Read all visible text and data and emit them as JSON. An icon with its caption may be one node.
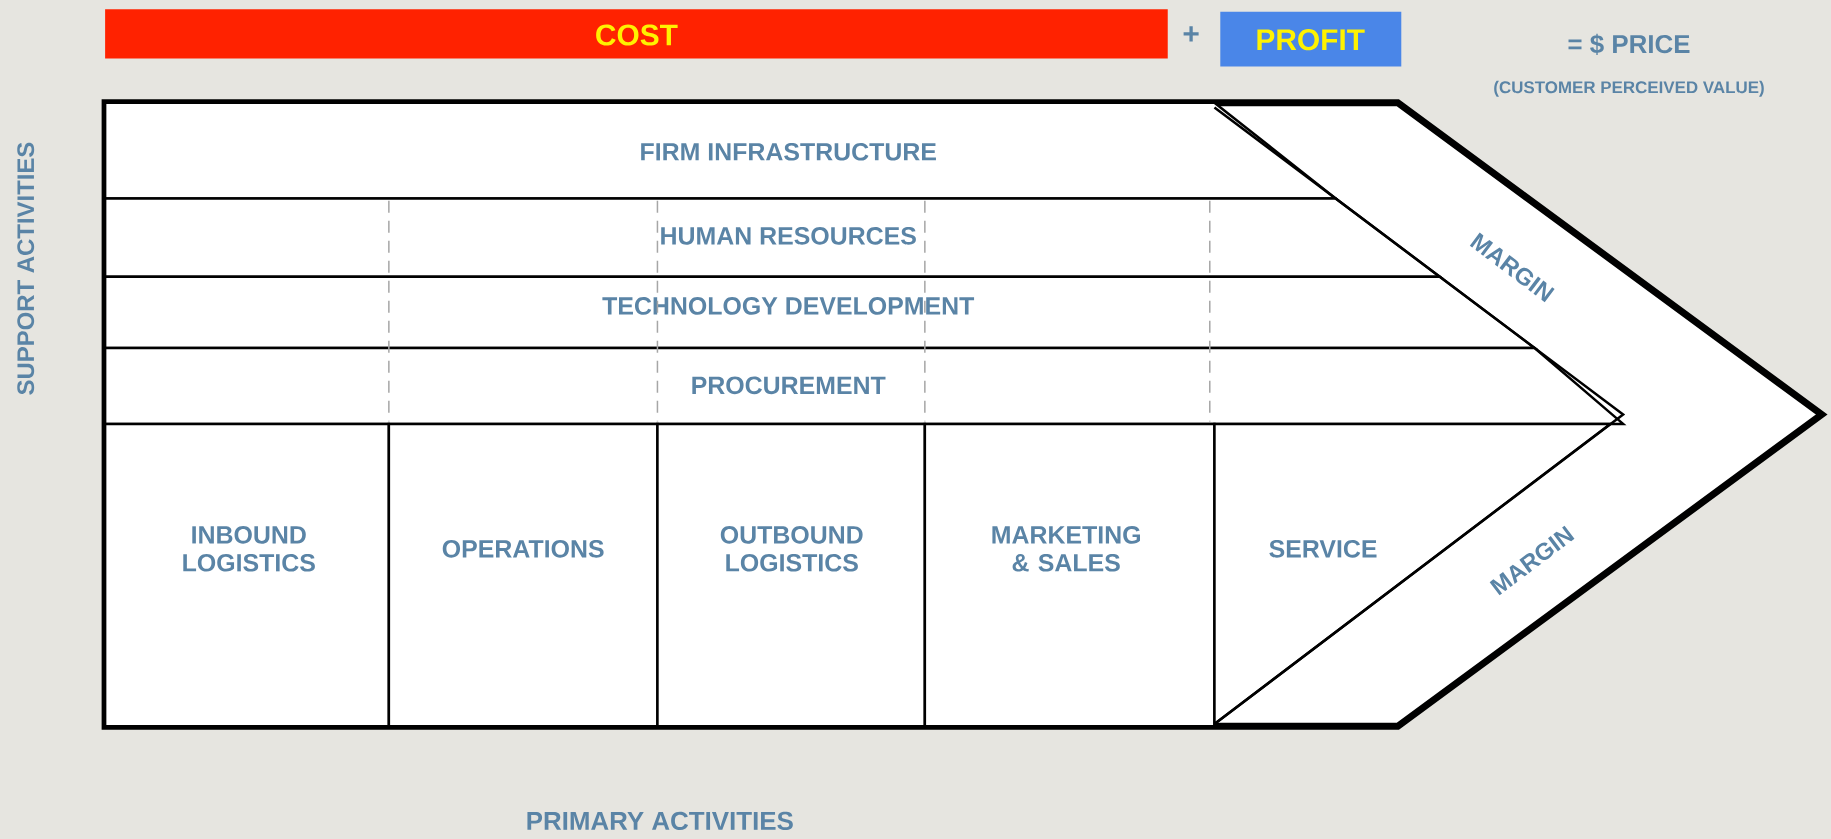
{
  "diagram": {
    "nodes": [
      {
        "text": [
          "COST"
        ]
      },
      {
        "text": [
          "PROFIT"
        ]
      },
      {
        "text": [
          "FIRM INFRASTRUCTURE"
        ]
      },
      {
        "text": [
          "HUMAN RESOURCES"
        ]
      },
      {
        "text": [
          "TECHNOLOGY DEVELOPMENT"
        ]
      },
      {
        "text": [
          "PROCUREMENT"
        ]
      },
      {
        "text": [
          "INBOUND LOGISTICS"
        ]
      },
      {
        "text": [
          "OPERATIONS"
        ]
      },
      {
        "text": [
          "OUTBOUND LOGISTICS"
        ]
      },
      {
        "text": [
          "MARKETING & SALES"
        ]
      },
      {
        "text": [
          "SERVICE"
        ]
      }
    ],
    "labels": [
      "+",
      "= $ PRICE",
      "(CUSTOMER PERCEIVED VALUE)",
      "MARGIN",
      "MARGIN",
      "SUPPORT ACTIVITIES",
      "PRIMARY ACTIVITIES"
    ]
  }
}
